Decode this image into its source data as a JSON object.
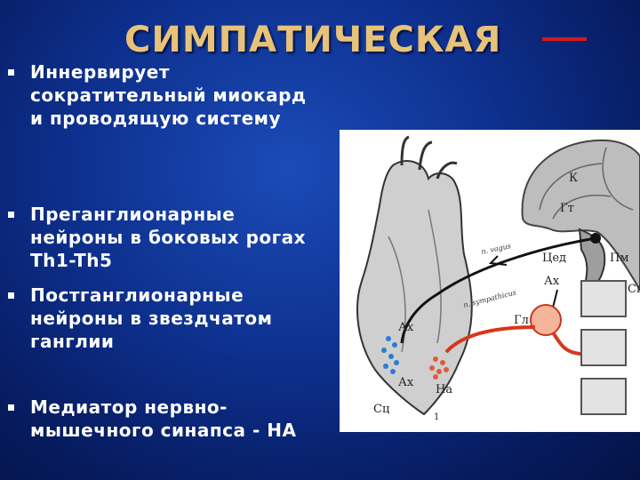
{
  "slide": {
    "title": "СИМПАТИЧЕСКАЯ",
    "bullets": [
      "Иннервирует сократительный миокард и проводящую систему",
      "Преганглионарные нейроны в боковых рогах Th1-Th5",
      "Постганглионарные нейроны в звездчатом ганглии",
      "Медиатор нервно-мышечного синапса - НА"
    ]
  },
  "figure": {
    "labels": {
      "cortex": "К",
      "hypothalamus": "Гт",
      "vagus": "n. vagus",
      "ced": "Цед",
      "medulla": "Пм",
      "sympathicus": "n. sympathicus",
      "ach_top": "Ах",
      "ganglion": "Гл",
      "ach_heart": "Ах",
      "ach_bottom": "Ах",
      "heart": "Сц",
      "na": "На",
      "num1": "1",
      "cut_right": "Сн"
    }
  }
}
